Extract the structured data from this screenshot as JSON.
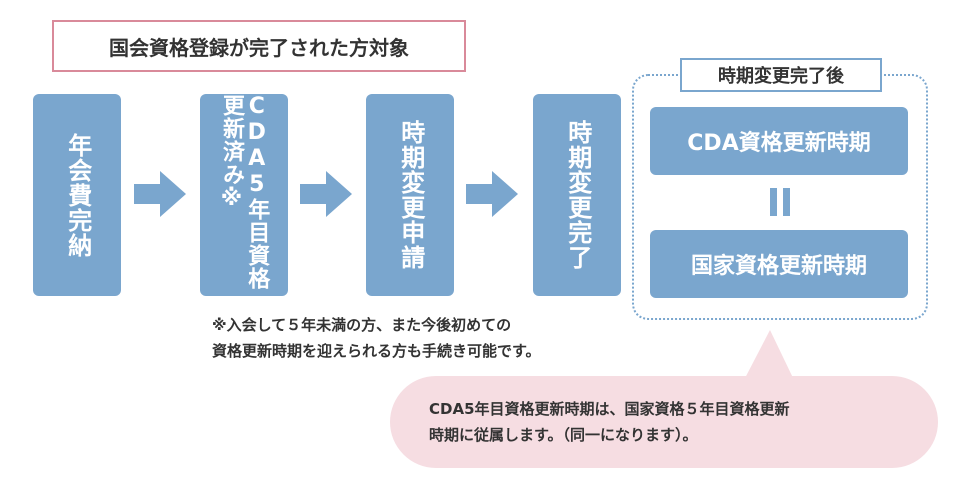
{
  "title": "国会資格登録が完了された方対象",
  "steps": [
    {
      "label": "年会費完納"
    },
    {
      "label": "CDA5年目資格更新済み※"
    },
    {
      "label": "時期変更申請"
    },
    {
      "label": "時期変更完了"
    }
  ],
  "group": {
    "label": "時期変更完了後",
    "top_period": "CDA資格更新時期",
    "bottom_period": "国家資格更新時期"
  },
  "note": {
    "line1": "※入会して５年未満の方、また今後初めての",
    "line2": "資格更新時期を迎えられる方も手続き可能です。"
  },
  "bubble": {
    "line1": "CDA5年目資格更新時期は、国家資格５年目資格更新",
    "line2": "時期に従属します。（同一になります）。"
  },
  "colors": {
    "step_fill": "#7aa6ce",
    "title_border": "#d98a9a",
    "bubble_fill": "#f6dde2",
    "arrow_fill": "#7aa6ce"
  }
}
